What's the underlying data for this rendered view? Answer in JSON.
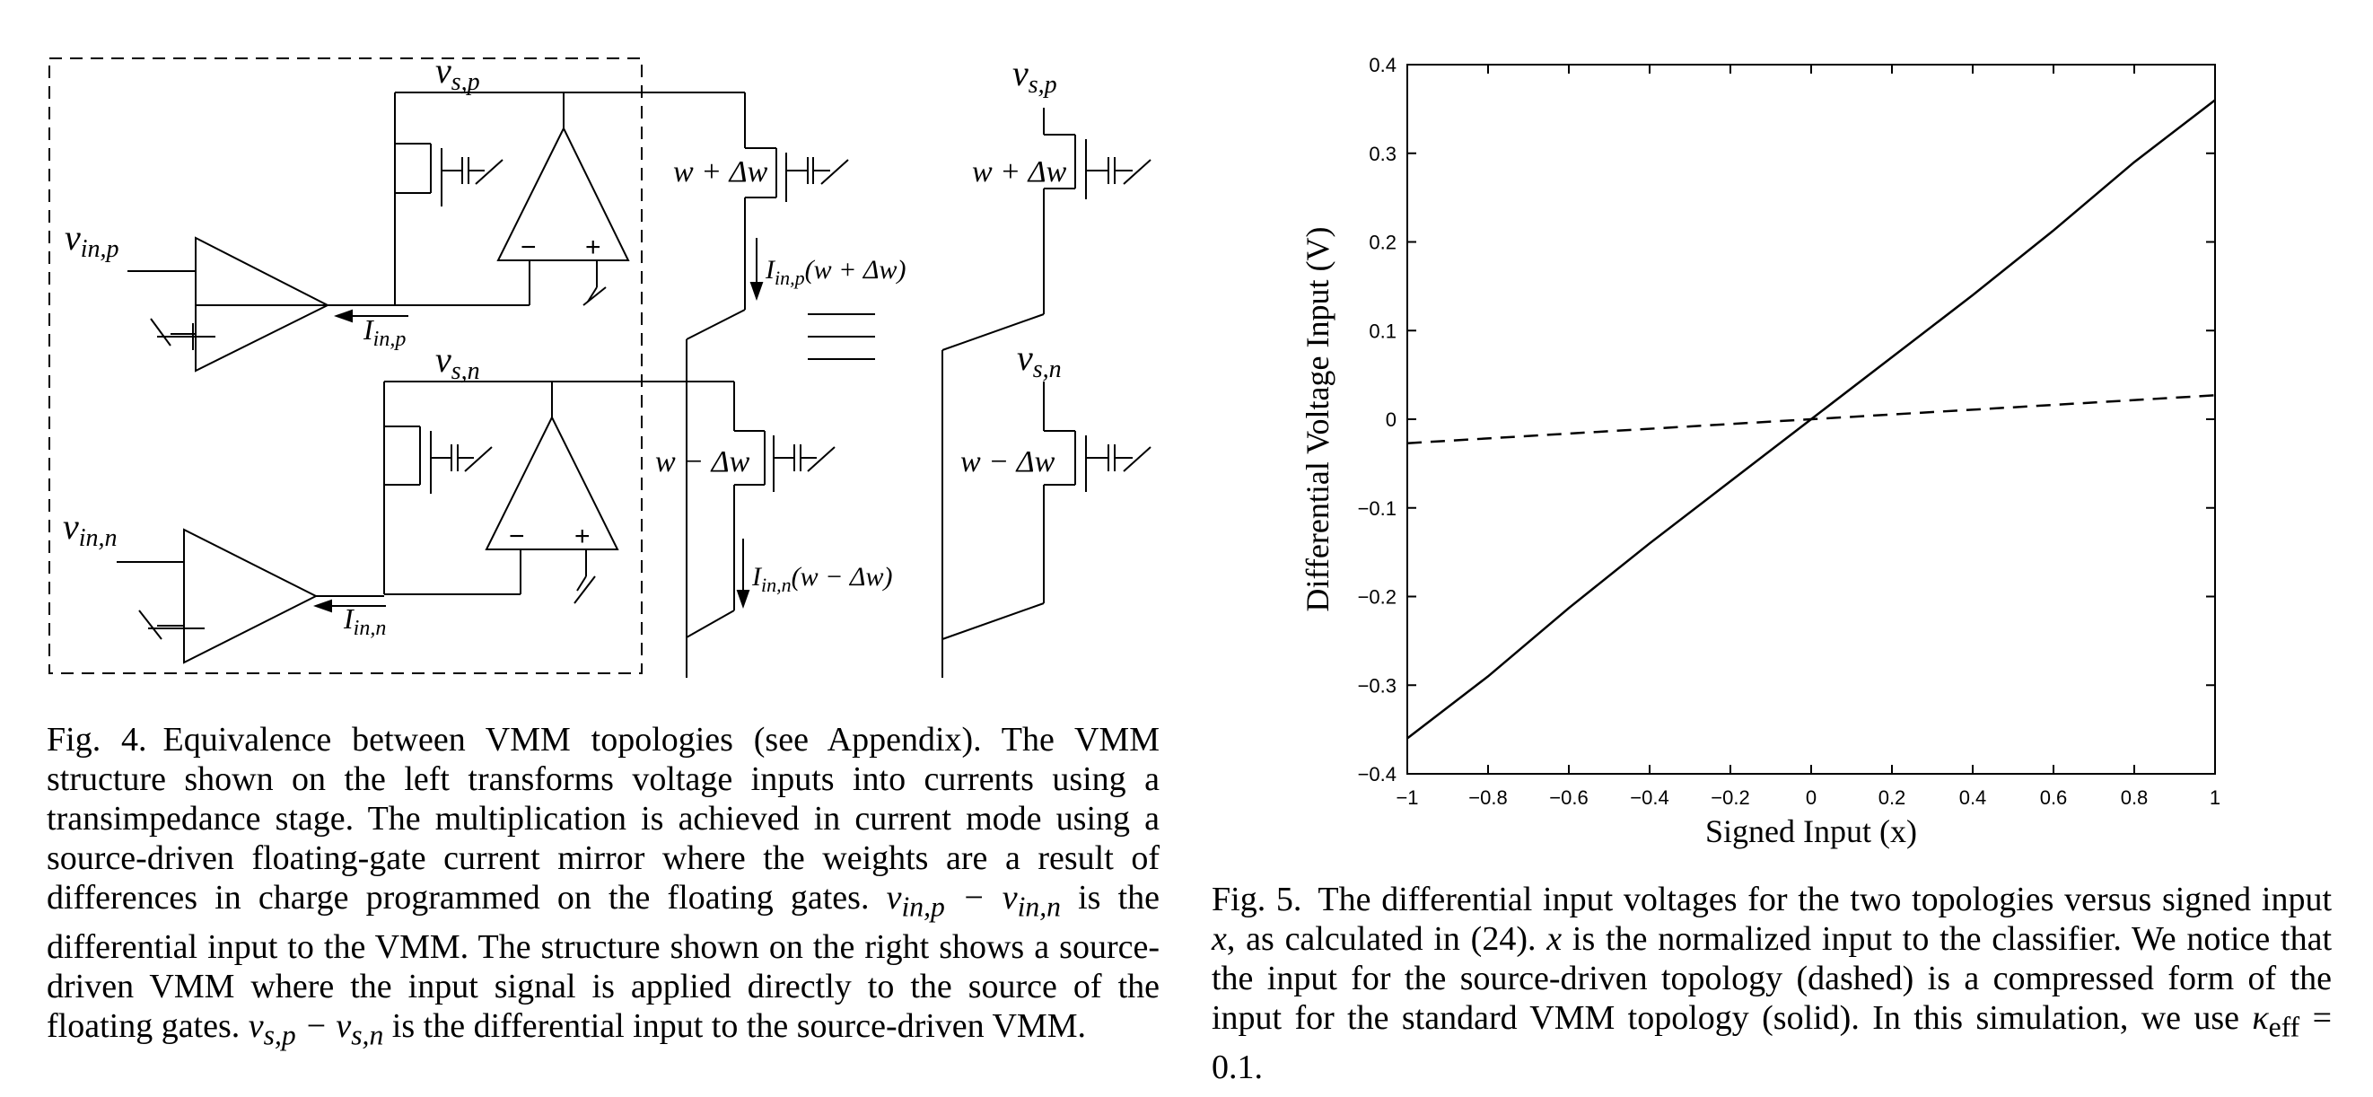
{
  "figure4": {
    "labels": {
      "vs_p_left": "v",
      "vs_p_left_sub": "s,p",
      "vs_n_left": "v",
      "vs_n_left_sub": "s,n",
      "vin_p": "v",
      "vin_p_sub": "in,p",
      "vin_n": "v",
      "vin_n_sub": "in,n",
      "iin_p": "I",
      "iin_p_sub": "in,p",
      "iin_n": "I",
      "iin_n_sub": "in,n",
      "w_plus_mid": "w + Δw",
      "w_minus_mid": "w − Δw",
      "i_out_p": "I",
      "i_out_p_sub": "in,p",
      "i_out_p_tail": "(w + Δw)",
      "i_out_n": "I",
      "i_out_n_sub": "in,n",
      "i_out_n_tail": "(w − Δw)",
      "vs_p_right": "v",
      "vs_p_right_sub": "s,p",
      "vs_n_right": "v",
      "vs_n_right_sub": "s,n",
      "w_plus_right": "w + Δw",
      "w_minus_right": "w − Δw",
      "amp_minus": "−",
      "amp_plus": "+"
    },
    "caption": {
      "lead": "Fig. 4.",
      "text": "Equivalence between VMM topologies (see Appendix). The VMM structure shown on the left transforms voltage inputs into currents using a transimpedance stage. The multiplication is achieved in current mode using a source-driven floating-gate current mirror where the weights are a result of differences in charge programmed on the floating gates.",
      "math1": "v",
      "math1_sub": "in,p",
      "math1_mid": " − v",
      "math1_sub2": "in,n",
      "text2": " is the differential input to the VMM. The structure shown on the right shows a source-driven VMM where the input signal is applied directly to the source of the floating gates.",
      "math2": "v",
      "math2_sub": "s,p",
      "math2_mid": " − v",
      "math2_sub2": "s,n",
      "text3": " is the differential input to the source-driven VMM."
    }
  },
  "figure5": {
    "caption": {
      "lead": "Fig. 5.",
      "text": "The differential input voltages for the two topologies versus signed input ",
      "x1": "x",
      "text2": ", as calculated in (24). ",
      "x2": "x",
      "text3": " is the normalized input to the classifier. We notice that the input for the source-driven topology (dashed) is a compressed form of the input for the standard VMM topology (solid). In this simulation, we use ",
      "kappa": "κ",
      "kappa_sub": "eff",
      "text4": " = 0.1."
    }
  },
  "chart_data": {
    "type": "line",
    "xlabel": "Signed Input (x)",
    "ylabel": "Differential Voltage Input (V)",
    "xlim": [
      -1,
      1
    ],
    "ylim": [
      -0.4,
      0.4
    ],
    "xticks": [
      -1,
      -0.8,
      -0.6,
      -0.4,
      -0.2,
      0,
      0.2,
      0.4,
      0.6,
      0.8,
      1
    ],
    "xtick_labels": [
      "−1",
      "−0.8",
      "−0.6",
      "−0.4",
      "−0.2",
      "0",
      "0.2",
      "0.4",
      "0.6",
      "0.8",
      "1"
    ],
    "yticks": [
      -0.4,
      -0.3,
      -0.2,
      -0.1,
      0,
      0.1,
      0.2,
      0.3,
      0.4
    ],
    "ytick_labels": [
      "−0.4",
      "−0.3",
      "−0.2",
      "−0.1",
      "0",
      "0.1",
      "0.2",
      "0.3",
      "0.4"
    ],
    "grid": false,
    "series": [
      {
        "style": "solid",
        "x": [
          -1,
          -0.8,
          -0.6,
          -0.4,
          -0.2,
          0,
          0.2,
          0.4,
          0.6,
          0.8,
          1
        ],
        "y": [
          -0.36,
          -0.29,
          -0.213,
          -0.14,
          -0.07,
          0,
          0.07,
          0.14,
          0.213,
          0.29,
          0.36
        ]
      },
      {
        "style": "dashed",
        "x": [
          -1,
          -0.5,
          0,
          0.5,
          1
        ],
        "y": [
          -0.027,
          -0.0135,
          0,
          0.0135,
          0.027
        ]
      }
    ]
  }
}
